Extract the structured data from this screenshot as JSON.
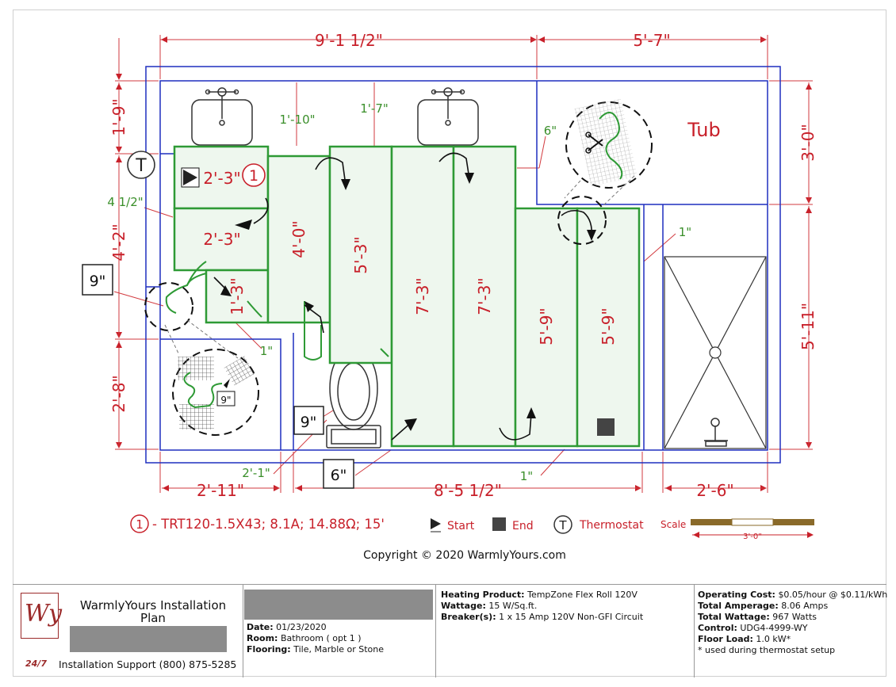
{
  "plan": {
    "room_labels": {
      "tub": "Tub"
    },
    "overall_dims": {
      "top_left": "9'-1 1/2\"",
      "top_right": "5'-7\"",
      "bottom_left": "2'-11\"",
      "bottom_mid": "8'-5 1/2\"",
      "bottom_right": "2'-6\"",
      "left_top": "1'-9\"",
      "left_mid": "4'-2\"",
      "left_bot": "2'-8\"",
      "right_top": "3'-0\"",
      "right_bot": "5'-11\""
    },
    "gaps": {
      "g1": "1'-10\"",
      "g2": "1'-7\"",
      "g3": "6\"",
      "g4": "4 1/2\"",
      "g5": "1\"",
      "g6": "1\"",
      "g7": "2'-1\"",
      "g8": "1\""
    },
    "boxed": {
      "b1": "9\"",
      "b2": "9\"",
      "b3": "6\"",
      "b4": "9\""
    },
    "segments": {
      "s1": "2'-3\"",
      "s2": "2'-3\"",
      "s3": "1'-3\"",
      "s4": "4'-0\"",
      "s5": "5'-3\"",
      "s6": "7'-3\"",
      "s7": "7'-3\"",
      "s8": "5'-9\"",
      "s9": "5'-9\""
    },
    "markers": {
      "thermostat_symbol": "T",
      "circuit_number": "1"
    },
    "legend": {
      "circuit_number": "1",
      "mat_spec": "- TRT120-1.5X43; 8.1A; 14.88Ω; 15'",
      "start": "Start",
      "end": "End",
      "thermostat_symbol": "T",
      "thermostat": "Thermostat",
      "scale": "Scale",
      "scale_value": "3'-0\""
    },
    "copyright": "Copyright © 2020 WarmlyYours.com",
    "colors": {
      "wall": "#1f2fbf",
      "heating": "#2e9a35",
      "dimension": "#c8202a",
      "green_dim": "#3a8f2a"
    }
  },
  "titleblock": {
    "company_title": "WarmlyYours Installation Plan",
    "logo_text": "Wy",
    "support_badge": "24/7",
    "support": "Installation Support (800) 875-5285",
    "date_label": "Date:",
    "date_value": "01/23/2020",
    "room_label": "Room:",
    "room_value": "Bathroom ( opt 1 )",
    "flooring_label": "Flooring:",
    "flooring_value": "Tile, Marble or Stone",
    "heating_label": "Heating Product:",
    "heating_value": "TempZone Flex Roll 120V",
    "wattage_label": "Wattage:",
    "wattage_value": "15 W/Sq.ft.",
    "breaker_label": "Breaker(s):",
    "breaker_value": "1 x 15 Amp 120V Non-GFI Circuit",
    "opcost_label": "Operating Cost:",
    "opcost_value": "$0.05/hour @ $0.11/kWh",
    "amperage_label": "Total Amperage:",
    "amperage_value": "8.06 Amps",
    "totalwatt_label": "Total Wattage:",
    "totalwatt_value": "967 Watts",
    "control_label": "Control:",
    "control_value": "UDG4-4999-WY",
    "floorload_label": "Floor Load:",
    "floorload_value": "1.0 kW*",
    "footnote": "* used during thermostat setup"
  }
}
